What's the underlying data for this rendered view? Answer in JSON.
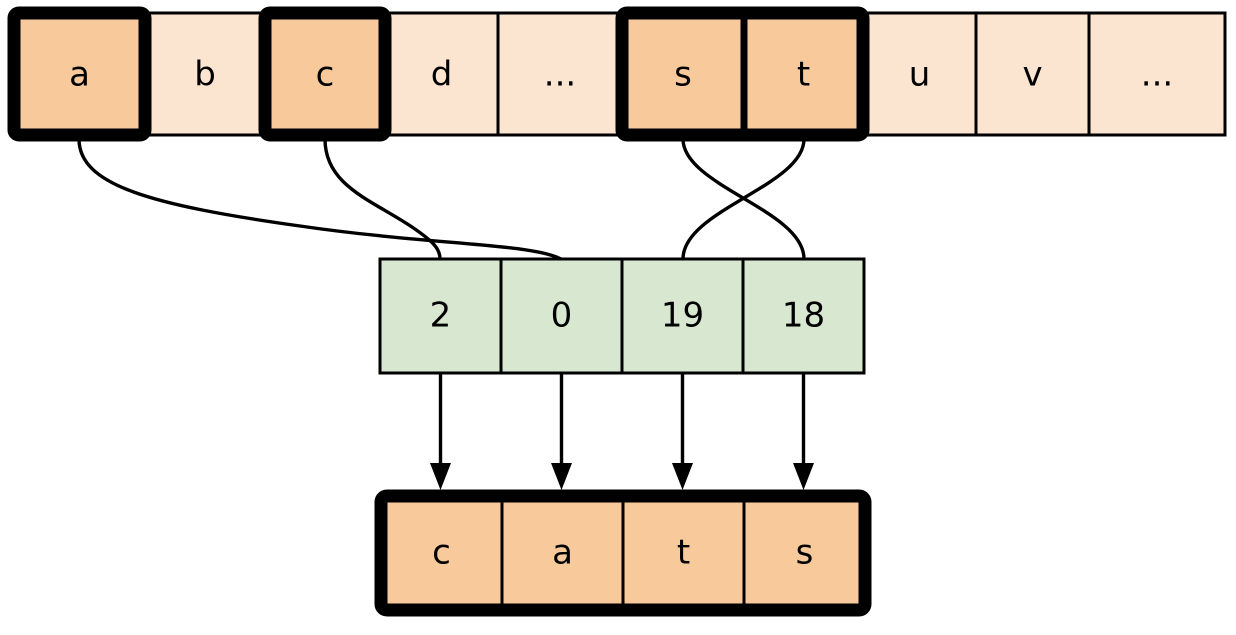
{
  "diagram": {
    "title": "alphabet-index-lookup",
    "colors": {
      "highlight_fill": "#f8c99a",
      "plain_fill": "#fbe5d0",
      "index_fill": "#d8e8d0",
      "output_fill": "#f8c99a",
      "stroke": "#000000",
      "background": "#ffffff"
    },
    "alphabet_row": {
      "name": "alphabet-strip",
      "cells": [
        {
          "label": "a",
          "highlighted": true
        },
        {
          "label": "b",
          "highlighted": false
        },
        {
          "label": "c",
          "highlighted": true
        },
        {
          "label": "d",
          "highlighted": false
        },
        {
          "label": "...",
          "highlighted": false
        },
        {
          "label": "s",
          "highlighted": true
        },
        {
          "label": "t",
          "highlighted": true
        },
        {
          "label": "u",
          "highlighted": false
        },
        {
          "label": "v",
          "highlighted": false
        },
        {
          "label": "...",
          "highlighted": false
        }
      ],
      "outlined_groups": [
        {
          "name": "outline-a",
          "from": 0,
          "to": 0
        },
        {
          "name": "outline-c",
          "from": 2,
          "to": 2
        },
        {
          "name": "outline-st",
          "from": 5,
          "to": 6
        }
      ]
    },
    "index_row": {
      "name": "index-strip",
      "cells": [
        {
          "label": "2"
        },
        {
          "label": "0"
        },
        {
          "label": "19"
        },
        {
          "label": "18"
        }
      ]
    },
    "output_row": {
      "name": "output-strip",
      "cells": [
        {
          "label": "c"
        },
        {
          "label": "a"
        },
        {
          "label": "t"
        },
        {
          "label": "s"
        }
      ]
    },
    "connections": [
      {
        "name": "connector-a-to-0",
        "from_letter": "a",
        "to_index": "0"
      },
      {
        "name": "connector-c-to-2",
        "from_letter": "c",
        "to_index": "2"
      },
      {
        "name": "connector-s-to-18",
        "from_letter": "s",
        "to_index": "18"
      },
      {
        "name": "connector-t-to-19",
        "from_letter": "t",
        "to_index": "19"
      }
    ],
    "arrows": [
      {
        "name": "arrow-2-to-c",
        "from_index": "2",
        "to_letter": "c"
      },
      {
        "name": "arrow-0-to-a",
        "from_index": "0",
        "to_letter": "a"
      },
      {
        "name": "arrow-19-to-t",
        "from_index": "19",
        "to_letter": "t"
      },
      {
        "name": "arrow-18-to-s",
        "from_index": "18",
        "to_letter": "s"
      }
    ]
  }
}
